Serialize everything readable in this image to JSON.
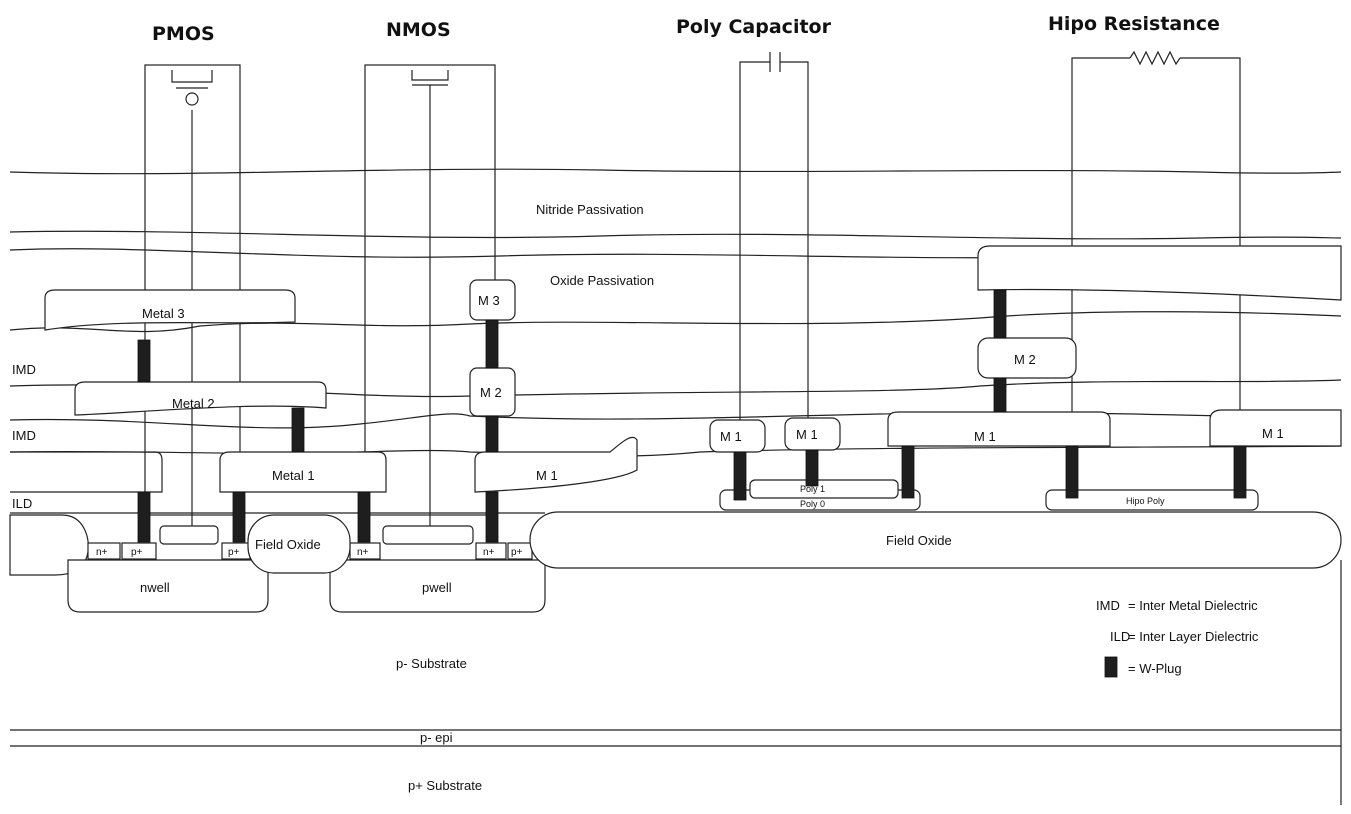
{
  "headers": {
    "pmos": "PMOS",
    "nmos": "NMOS",
    "poly_capacitor": "Poly Capacitor",
    "hipo_resistance": "Hipo Resistance"
  },
  "layers": {
    "nitride": "Nitride Passivation",
    "oxide": "Oxide Passivation",
    "imd": "IMD",
    "ild": "ILD",
    "p_substrate": "p- Substrate",
    "p_epi": "p- epi",
    "pplus_substrate": "p+ Substrate"
  },
  "regions": {
    "nwell": "nwell",
    "pwell": "pwell",
    "field_oxide_left": "Field Oxide",
    "field_oxide_right": "Field Oxide",
    "nplus": "n+",
    "pplus": "p+"
  },
  "metals": {
    "metal3": "Metal 3",
    "metal2": "Metal 2",
    "metal1": "Metal 1",
    "m3": "M 3",
    "m2": "M 2",
    "m1": "M 1"
  },
  "poly": {
    "poly1": "Poly 1",
    "poly0": "Poly 0",
    "hipo_poly": "Hipo Poly"
  },
  "legend": {
    "imd_key": "IMD",
    "imd_value": "= Inter Metal Dielectric",
    "ild_key": "ILD",
    "ild_value": "= Inter Layer Dielectric",
    "plug_value": "= W-Plug"
  },
  "resistor_symbol": "—WWW—"
}
